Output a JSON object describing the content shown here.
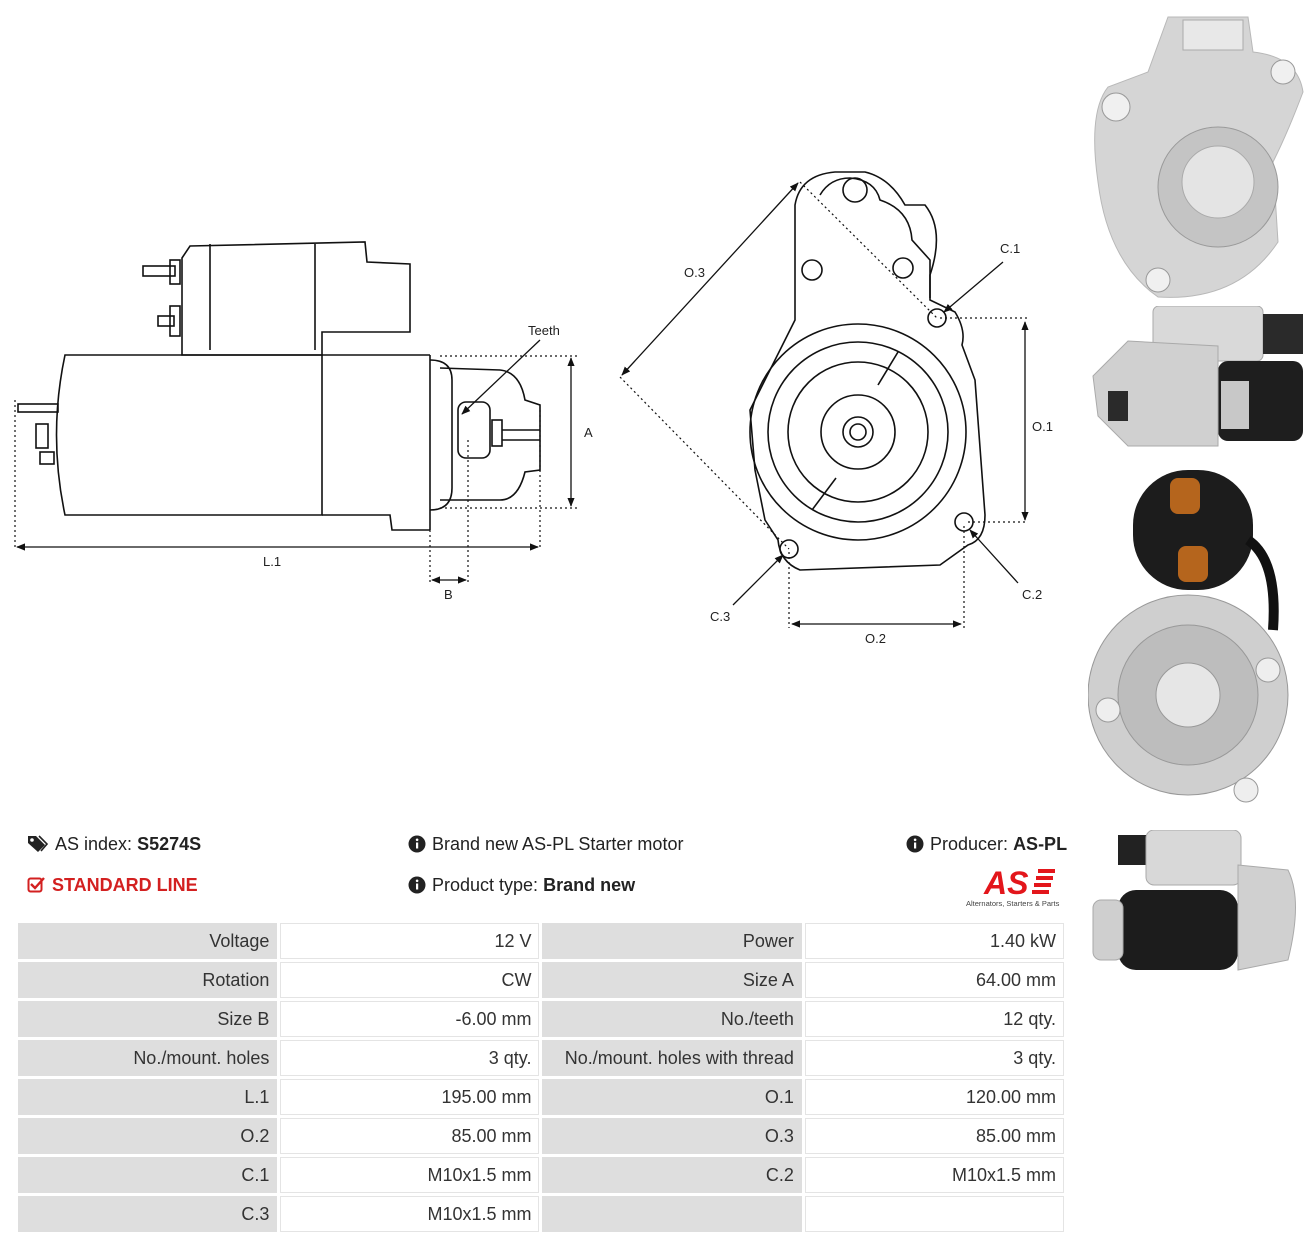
{
  "drawing_labels": {
    "teeth": "Teeth",
    "a": "A",
    "b": "B",
    "l1": "L.1",
    "o1": "O.1",
    "o2": "O.2",
    "o3": "O.3",
    "c1": "C.1",
    "c2": "C.2",
    "c3": "C.3"
  },
  "header": {
    "as_index_label": "AS index:",
    "as_index_value": "S5274S",
    "line": "STANDARD LINE",
    "description": "Brand new AS-PL Starter motor",
    "product_type_label": "Product type:",
    "product_type_value": "Brand new",
    "producer_label": "Producer:",
    "producer_value": "AS-PL"
  },
  "logo": {
    "mark": "AS",
    "tagline": "Alternators, Starters & Parts",
    "color": "#e3161b"
  },
  "specs": [
    [
      "Voltage",
      "12 V",
      "Power",
      "1.40 kW"
    ],
    [
      "Rotation",
      "CW",
      "Size A",
      "64.00 mm"
    ],
    [
      "Size B",
      "-6.00 mm",
      "No./teeth",
      "12 qty."
    ],
    [
      "No./mount. holes",
      "3 qty.",
      "No./mount. holes with thread",
      "3 qty."
    ],
    [
      "L.1",
      "195.00 mm",
      "O.1",
      "120.00 mm"
    ],
    [
      "O.2",
      "85.00 mm",
      "O.3",
      "85.00 mm"
    ],
    [
      "C.1",
      "M10x1.5 mm",
      "C.2",
      "M10x1.5 mm"
    ],
    [
      "C.3",
      "M10x1.5 mm",
      "",
      ""
    ]
  ]
}
